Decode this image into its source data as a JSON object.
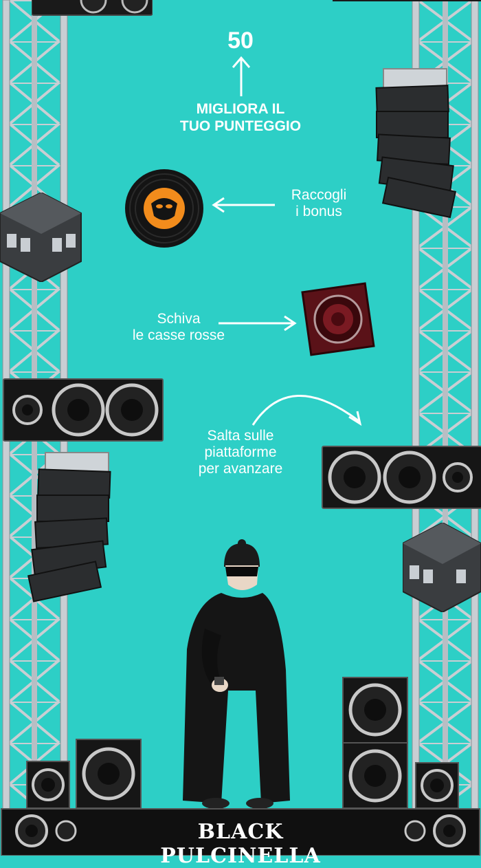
{
  "hud": {
    "score": "50",
    "headline_line1": "MIGLIORA IL",
    "headline_line2": "TUO PUNTEGGIO"
  },
  "hints": {
    "collect_line1": "Raccogli",
    "collect_line2": "i bonus",
    "dodge_line1": "Schiva",
    "dodge_line2": "le casse rosse",
    "jump_line1": "Salta sulle",
    "jump_line2": "piattaforme",
    "jump_line3": "per avanzare"
  },
  "stage": {
    "brand_name": "BLACK PULCINELLA"
  },
  "colors": {
    "background": "#2dcfc6",
    "truss": "#b8bec4",
    "speaker_body": "#1a1a1a",
    "red_crate": "#5a1218",
    "bonus_orange": "#f28c1c"
  }
}
